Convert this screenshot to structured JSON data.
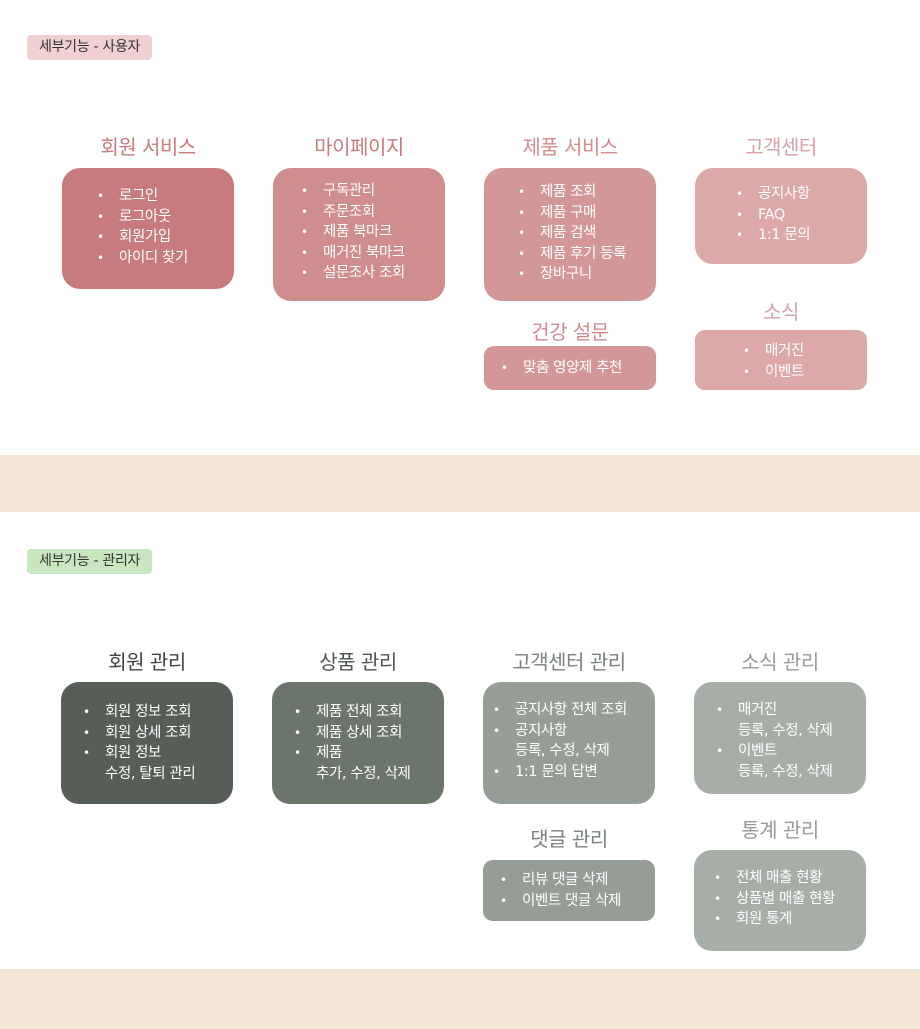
{
  "user_section": {
    "tag": "세부기능 - 사용자",
    "tag_color": "#f0d0d3",
    "groups": {
      "member": {
        "title": "회원 서비스",
        "items": [
          "로그인",
          "로그아웃",
          "회원가입",
          "아이디 찾기"
        ]
      },
      "mypage": {
        "title": "마이페이지",
        "items": [
          "구독관리",
          "주문조회",
          "제품 북마크",
          "매거진 북마크",
          "설문조사 조회"
        ]
      },
      "product": {
        "title": "제품 서비스",
        "items": [
          "제품 조회",
          "제품 구매",
          "제품 검색",
          "제품 후기 등록",
          "장바구니"
        ]
      },
      "cs": {
        "title": "고객센터",
        "items": [
          "공지사항",
          "FAQ",
          "1:1 문의"
        ]
      },
      "survey": {
        "title": "건강 설문",
        "items": [
          "맞춤 영양제 추천"
        ]
      },
      "news": {
        "title": "소식",
        "items": [
          "매거진",
          "이벤트"
        ]
      }
    }
  },
  "admin_section": {
    "tag": "세부기능 - 관리자",
    "tag_color": "#c8e6c0",
    "groups": {
      "member": {
        "title": "회원 관리",
        "items": [
          "회원 정보 조회",
          "회원 상세 조회",
          "회원 정보\n수정, 탈퇴 관리"
        ]
      },
      "product": {
        "title": "상품 관리",
        "items": [
          "제품 전체 조회",
          "제품 상세 조회",
          "제품\n추가, 수정, 삭제"
        ]
      },
      "cs": {
        "title": "고객센터 관리",
        "items": [
          "공지사항 전체 조회",
          "공지사항\n등록, 수정, 삭제",
          "1:1 문의 답변"
        ]
      },
      "news": {
        "title": "소식 관리",
        "items": [
          "매거진\n등록, 수정, 삭제",
          "이벤트\n등록, 수정, 삭제"
        ]
      },
      "comment": {
        "title": "댓글 관리",
        "items": [
          "리뷰 댓글 삭제",
          "이벤트 댓글 삭제"
        ]
      },
      "stats": {
        "title": "통계 관리",
        "items": [
          "전체 매출 현황",
          "상품별 매출 현황",
          "회원 통계"
        ]
      }
    }
  },
  "colors": {
    "band": "#f4e6d5",
    "user_dark": "#c77b7c",
    "user_mid": "#d08d8d",
    "user_light": "#dca8a8",
    "admin_dark": "#565e57",
    "admin_mid": "#6b756c",
    "admin_light": "#959d96",
    "admin_lighter": "#a7aea8"
  }
}
